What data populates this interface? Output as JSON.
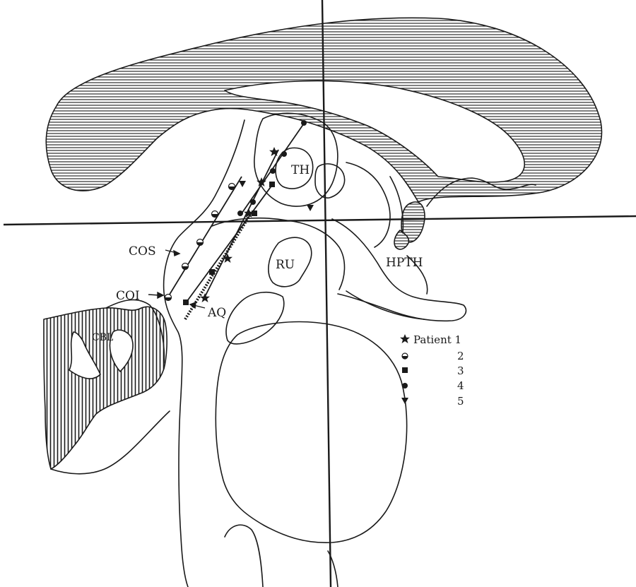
{
  "labels": {
    "th": "TH",
    "ru": "RU",
    "hpth": "HPTH",
    "cos": "COS",
    "coi": "COI",
    "aq": "AQ",
    "cbl": "CBL"
  },
  "legend": {
    "items": [
      {
        "symbol": "star-icon",
        "label": "Patient 1"
      },
      {
        "symbol": "half-circle-icon",
        "label": "2"
      },
      {
        "symbol": "square-icon",
        "label": "3"
      },
      {
        "symbol": "dot-icon",
        "label": "4"
      },
      {
        "symbol": "triangle-down-icon",
        "label": "5"
      }
    ]
  },
  "colors": {
    "ink": "#1a1a1a",
    "background": "#ffffff"
  }
}
